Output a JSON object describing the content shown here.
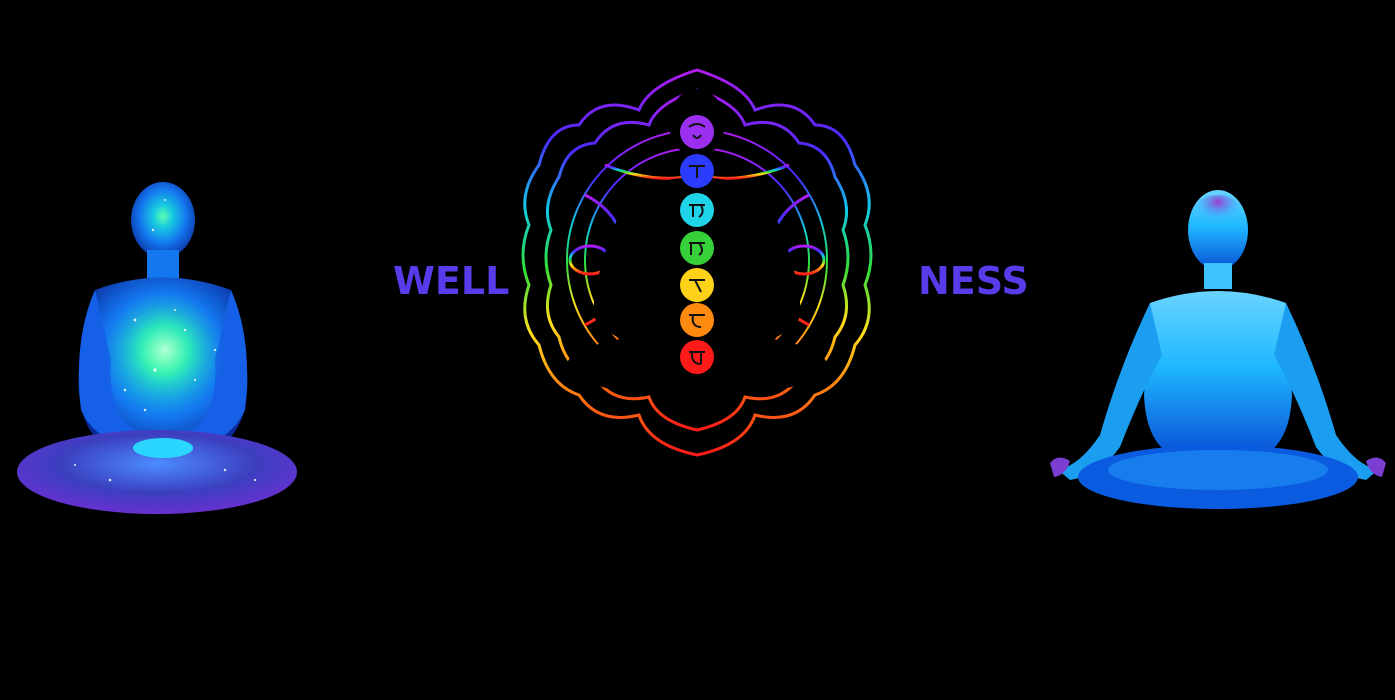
{
  "banner": {
    "word_left": "WELL",
    "word_right": "NESS",
    "text_color": "#5a3bea",
    "background": "#000000"
  },
  "figures": {
    "left": {
      "icon": "meditating-cosmic-figure-icon",
      "colors": [
        "#1e90ff",
        "#00e5ff",
        "#7a2bd8",
        "#39ff9f"
      ]
    },
    "center": {
      "icon": "chakra-mandala-icon"
    },
    "right": {
      "icon": "meditating-watercolor-figure-icon",
      "colors": [
        "#1fb8ff",
        "#0a4fd6",
        "#9b3fd0"
      ]
    }
  },
  "chakras": [
    {
      "name": "crown",
      "color": "#9b2ff0"
    },
    {
      "name": "third-eye",
      "color": "#2b3cff"
    },
    {
      "name": "throat",
      "color": "#1fd3e8"
    },
    {
      "name": "heart",
      "color": "#36d13a"
    },
    {
      "name": "solar-plexus",
      "color": "#ffd21a"
    },
    {
      "name": "sacral",
      "color": "#ff8a10"
    },
    {
      "name": "root",
      "color": "#ff1a1a"
    }
  ]
}
